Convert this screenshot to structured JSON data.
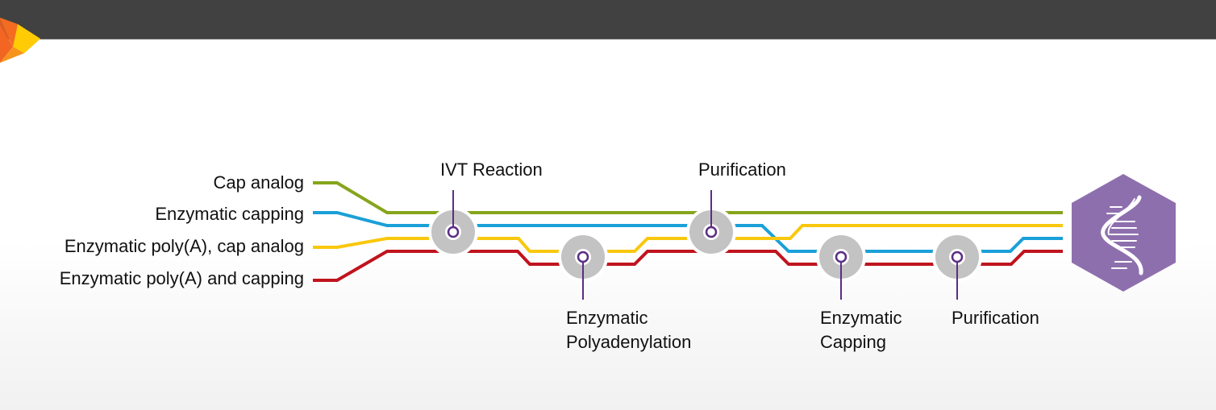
{
  "header": {
    "logo_icon": "orange-triangle-logo-icon",
    "colors": {
      "bar": "#414141",
      "logo_dark": "#f26522",
      "logo_mid": "#f7941d",
      "logo_light": "#ffcb05"
    }
  },
  "routes": [
    {
      "label": "Cap analog",
      "color": "#86a51c"
    },
    {
      "label": "Enzymatic capping",
      "color": "#1aa0d8"
    },
    {
      "label": "Enzymatic poly(A), cap analog",
      "color": "#f9c80e"
    },
    {
      "label": "Enzymatic poly(A) and capping",
      "color": "#c0141e"
    }
  ],
  "steps": [
    {
      "label_lines": [
        "IVT Reaction"
      ],
      "position": "above"
    },
    {
      "label_lines": [
        "Enzymatic",
        "Polyadenylation"
      ],
      "position": "below"
    },
    {
      "label_lines": [
        "Purification"
      ],
      "position": "above"
    },
    {
      "label_lines": [
        "Enzymatic",
        "Capping"
      ],
      "position": "below"
    },
    {
      "label_lines": [
        "Purification"
      ],
      "position": "below"
    }
  ],
  "end_icon": {
    "name": "dna-icon",
    "color": "#8e6fae"
  },
  "node_colors": {
    "disc": "#c3c3c3",
    "ring": "#5b2d86"
  }
}
